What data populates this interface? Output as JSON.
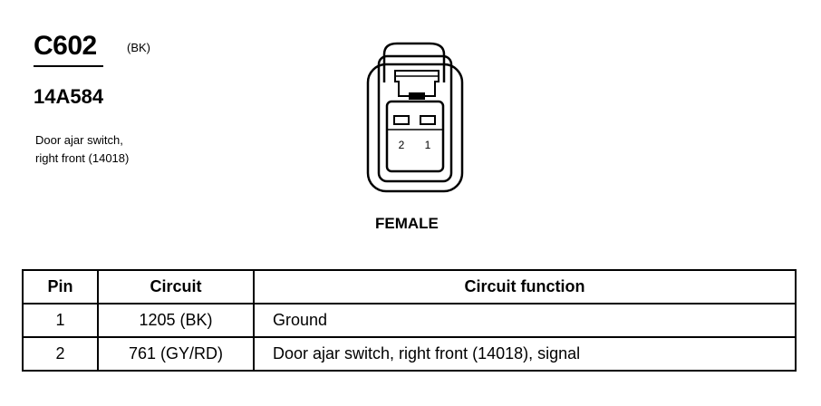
{
  "connector": {
    "id": "C602",
    "color_code": "(BK)",
    "part_number": "14A584",
    "description_lines": [
      "Door ajar switch,",
      "right front (14018)"
    ],
    "gender": "FEMALE",
    "pin_labels": [
      "2",
      "1"
    ]
  },
  "table": {
    "headers": [
      "Pin",
      "Circuit",
      "Circuit function"
    ],
    "rows": [
      {
        "pin": "1",
        "circuit": "1205 (BK)",
        "function": "Ground"
      },
      {
        "pin": "2",
        "circuit": "761 (GY/RD)",
        "function": "Door ajar switch, right front (14018), signal"
      }
    ]
  }
}
